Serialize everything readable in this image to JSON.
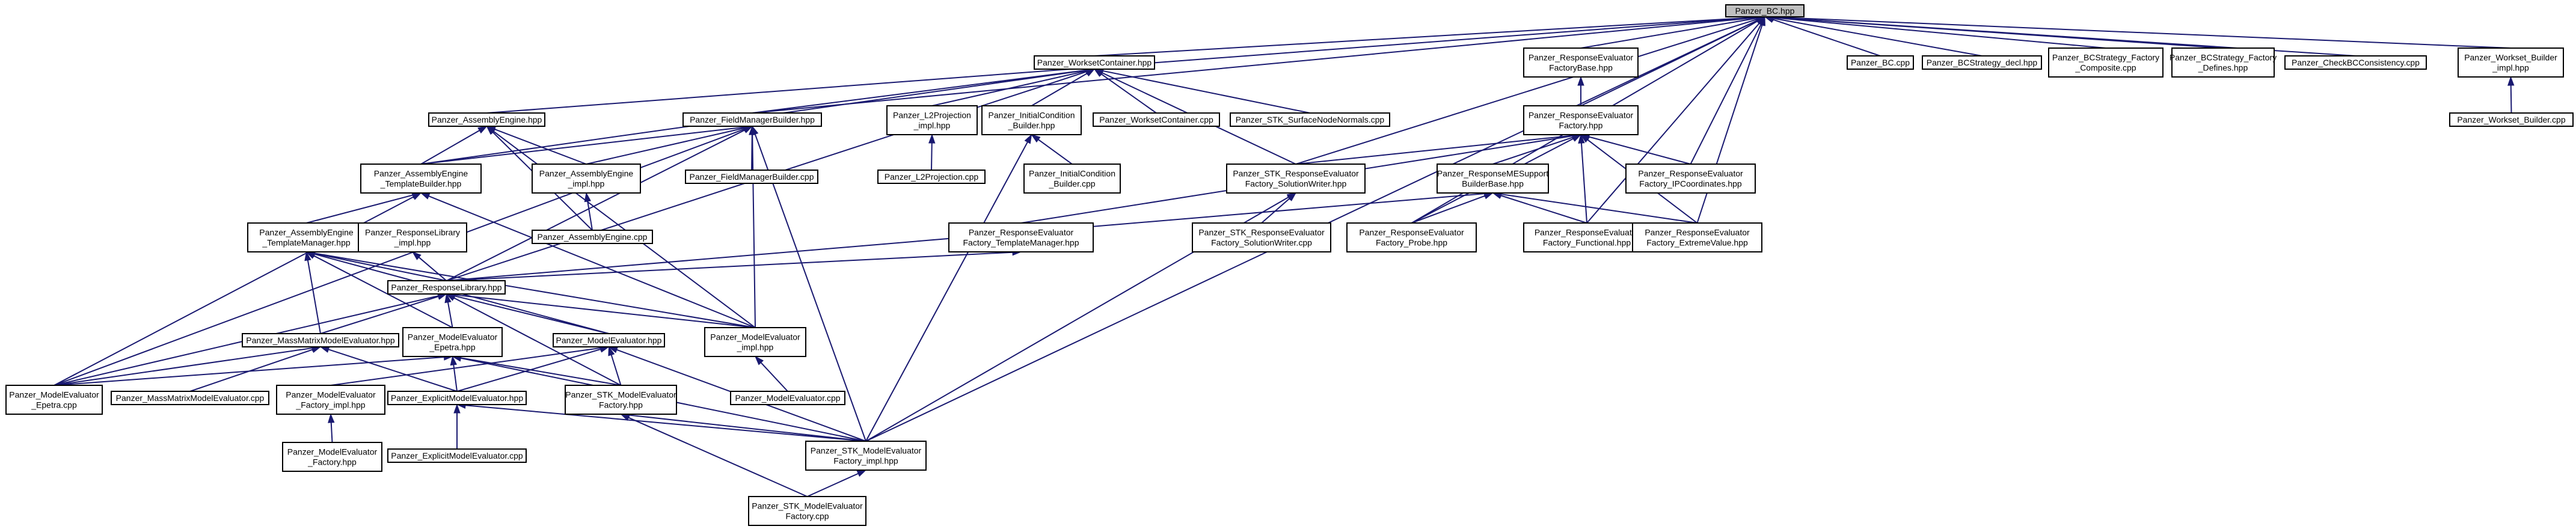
{
  "diagram": {
    "type": "include-dependency-graph",
    "colors": {
      "edge": "#191970",
      "node_border": "#000000",
      "node_fill": "#ffffff",
      "root_fill": "#bfbfbf"
    },
    "nodes": [
      {
        "id": "bc_hpp",
        "label": [
          "Panzer_BC.hpp"
        ],
        "root": true
      },
      {
        "id": "wsc_hpp",
        "label": [
          "Panzer_WorksetContainer.hpp"
        ]
      },
      {
        "id": "refb_hpp",
        "label": [
          "Panzer_ResponseEvaluator",
          "FactoryBase.hpp"
        ]
      },
      {
        "id": "bc_cpp",
        "label": [
          "Panzer_BC.cpp"
        ]
      },
      {
        "id": "bcs_decl",
        "label": [
          "Panzer_BCStrategy_decl.hpp"
        ]
      },
      {
        "id": "bcsf_comp",
        "label": [
          "Panzer_BCStrategy_Factory",
          "_Composite.cpp"
        ]
      },
      {
        "id": "bcsf_def",
        "label": [
          "Panzer_BCStrategy_Factory",
          "_Defines.hpp"
        ]
      },
      {
        "id": "checkbc",
        "label": [
          "Panzer_CheckBCConsistency.cpp"
        ]
      },
      {
        "id": "wsb_impl",
        "label": [
          "Panzer_Workset_Builder",
          "_impl.hpp"
        ]
      },
      {
        "id": "ae_hpp",
        "label": [
          "Panzer_AssemblyEngine.hpp"
        ]
      },
      {
        "id": "fmb_hpp",
        "label": [
          "Panzer_FieldManagerBuilder.hpp"
        ]
      },
      {
        "id": "l2p_impl",
        "label": [
          "Panzer_L2Projection",
          "_impl.hpp"
        ]
      },
      {
        "id": "icb_hpp",
        "label": [
          "Panzer_InitialCondition",
          "_Builder.hpp"
        ]
      },
      {
        "id": "wsc_cpp",
        "label": [
          "Panzer_WorksetContainer.cpp"
        ]
      },
      {
        "id": "stk_snn",
        "label": [
          "Panzer_STK_SurfaceNodeNormals.cpp"
        ]
      },
      {
        "id": "ref_hpp",
        "label": [
          "Panzer_ResponseEvaluator",
          "Factory.hpp"
        ]
      },
      {
        "id": "wsb_cpp",
        "label": [
          "Panzer_Workset_Builder.cpp"
        ]
      },
      {
        "id": "aetb_hpp",
        "label": [
          "Panzer_AssemblyEngine",
          "_TemplateBuilder.hpp"
        ]
      },
      {
        "id": "ae_impl",
        "label": [
          "Panzer_AssemblyEngine",
          "_impl.hpp"
        ]
      },
      {
        "id": "fmb_cpp",
        "label": [
          "Panzer_FieldManagerBuilder.cpp"
        ]
      },
      {
        "id": "l2p_cpp",
        "label": [
          "Panzer_L2Projection.cpp"
        ]
      },
      {
        "id": "icb_cpp",
        "label": [
          "Panzer_InitialCondition",
          "_Builder.cpp"
        ]
      },
      {
        "id": "stk_refsw",
        "label": [
          "Panzer_STK_ResponseEvaluator",
          "Factory_SolutionWriter.hpp"
        ]
      },
      {
        "id": "rmes_hpp",
        "label": [
          "Panzer_ResponseMESupport",
          "BuilderBase.hpp"
        ]
      },
      {
        "id": "ref_ipc",
        "label": [
          "Panzer_ResponseEvaluator",
          "Factory_IPCoordinates.hpp"
        ]
      },
      {
        "id": "aetm_hpp",
        "label": [
          "Panzer_AssemblyEngine",
          "_TemplateManager.hpp"
        ]
      },
      {
        "id": "rl_impl",
        "label": [
          "Panzer_ResponseLibrary",
          "_impl.hpp"
        ]
      },
      {
        "id": "ae_cpp",
        "label": [
          "Panzer_AssemblyEngine.cpp"
        ]
      },
      {
        "id": "reftm_hpp",
        "label": [
          "Panzer_ResponseEvaluator",
          "Factory_TemplateManager.hpp"
        ]
      },
      {
        "id": "stk_refsw_cpp",
        "label": [
          "Panzer_STK_ResponseEvaluator",
          "Factory_SolutionWriter.cpp"
        ]
      },
      {
        "id": "ref_probe",
        "label": [
          "Panzer_ResponseEvaluator",
          "Factory_Probe.hpp"
        ]
      },
      {
        "id": "ref_func",
        "label": [
          "Panzer_ResponseEvaluator",
          "Factory_Functional.hpp"
        ]
      },
      {
        "id": "ref_ev",
        "label": [
          "Panzer_ResponseEvaluator",
          "Factory_ExtremeValue.hpp"
        ]
      },
      {
        "id": "rl_hpp",
        "label": [
          "Panzer_ResponseLibrary.hpp"
        ]
      },
      {
        "id": "mmme_hpp",
        "label": [
          "Panzer_MassMatrixModelEvaluator.hpp"
        ]
      },
      {
        "id": "mee_hpp",
        "label": [
          "Panzer_ModelEvaluator",
          "_Epetra.hpp"
        ]
      },
      {
        "id": "me_hpp",
        "label": [
          "Panzer_ModelEvaluator.hpp"
        ]
      },
      {
        "id": "me_impl",
        "label": [
          "Panzer_ModelEvaluator",
          "_impl.hpp"
        ]
      },
      {
        "id": "mee_cpp",
        "label": [
          "Panzer_ModelEvaluator",
          "_Epetra.cpp"
        ]
      },
      {
        "id": "mmme_cpp",
        "label": [
          "Panzer_MassMatrixModelEvaluator.cpp"
        ]
      },
      {
        "id": "mef_impl",
        "label": [
          "Panzer_ModelEvaluator",
          "_Factory_impl.hpp"
        ]
      },
      {
        "id": "eme_hpp",
        "label": [
          "Panzer_ExplicitModelEvaluator.hpp"
        ]
      },
      {
        "id": "stk_mef_hpp",
        "label": [
          "Panzer_STK_ModelEvaluator",
          "Factory.hpp"
        ]
      },
      {
        "id": "me_cpp",
        "label": [
          "Panzer_ModelEvaluator.cpp"
        ]
      },
      {
        "id": "mef_hpp",
        "label": [
          "Panzer_ModelEvaluator",
          "_Factory.hpp"
        ]
      },
      {
        "id": "eme_cpp",
        "label": [
          "Panzer_ExplicitModelEvaluator.cpp"
        ]
      },
      {
        "id": "stk_mef_impl",
        "label": [
          "Panzer_STK_ModelEvaluator",
          "Factory_impl.hpp"
        ]
      },
      {
        "id": "stk_mef_cpp",
        "label": [
          "Panzer_STK_ModelEvaluator",
          "Factory.cpp"
        ]
      }
    ],
    "edges": [
      [
        "wsc_hpp",
        "bc_hpp"
      ],
      [
        "refb_hpp",
        "bc_hpp"
      ],
      [
        "bc_cpp",
        "bc_hpp"
      ],
      [
        "bcs_decl",
        "bc_hpp"
      ],
      [
        "bcsf_comp",
        "bc_hpp"
      ],
      [
        "bcsf_def",
        "bc_hpp"
      ],
      [
        "checkbc",
        "bc_hpp"
      ],
      [
        "wsb_impl",
        "bc_hpp"
      ],
      [
        "ae_hpp",
        "bc_hpp"
      ],
      [
        "fmb_hpp",
        "bc_hpp"
      ],
      [
        "ref_hpp",
        "bc_hpp"
      ],
      [
        "stk_refsw",
        "bc_hpp"
      ],
      [
        "ref_ipc",
        "bc_hpp"
      ],
      [
        "ref_probe",
        "bc_hpp"
      ],
      [
        "ref_func",
        "bc_hpp"
      ],
      [
        "ref_ev",
        "bc_hpp"
      ],
      [
        "stk_mef_impl",
        "bc_hpp"
      ],
      [
        "fmb_hpp",
        "wsc_hpp"
      ],
      [
        "l2p_impl",
        "wsc_hpp"
      ],
      [
        "icb_hpp",
        "wsc_hpp"
      ],
      [
        "wsc_cpp",
        "wsc_hpp"
      ],
      [
        "stk_snn",
        "wsc_hpp"
      ],
      [
        "stk_refsw",
        "wsc_hpp"
      ],
      [
        "rl_hpp",
        "wsc_hpp"
      ],
      [
        "aetb_hpp",
        "wsc_hpp"
      ],
      [
        "ref_hpp",
        "refb_hpp"
      ],
      [
        "wsb_cpp",
        "wsb_impl"
      ],
      [
        "aetb_hpp",
        "ae_hpp"
      ],
      [
        "ae_impl",
        "ae_hpp"
      ],
      [
        "ae_cpp",
        "ae_hpp"
      ],
      [
        "me_impl",
        "ae_hpp"
      ],
      [
        "aetb_hpp",
        "fmb_hpp"
      ],
      [
        "ae_impl",
        "fmb_hpp"
      ],
      [
        "fmb_cpp",
        "fmb_hpp"
      ],
      [
        "rl_hpp",
        "fmb_hpp"
      ],
      [
        "me_impl",
        "fmb_hpp"
      ],
      [
        "stk_mef_impl",
        "fmb_hpp"
      ],
      [
        "mee_cpp",
        "fmb_hpp"
      ],
      [
        "l2p_cpp",
        "l2p_impl"
      ],
      [
        "icb_cpp",
        "icb_hpp"
      ],
      [
        "stk_mef_impl",
        "icb_hpp"
      ],
      [
        "stk_refsw",
        "ref_hpp"
      ],
      [
        "rmes_hpp",
        "ref_hpp"
      ],
      [
        "ref_ipc",
        "ref_hpp"
      ],
      [
        "reftm_hpp",
        "ref_hpp"
      ],
      [
        "ref_probe",
        "ref_hpp"
      ],
      [
        "ref_func",
        "ref_hpp"
      ],
      [
        "ref_ev",
        "ref_hpp"
      ],
      [
        "aetm_hpp",
        "aetb_hpp"
      ],
      [
        "mee_cpp",
        "aetb_hpp"
      ],
      [
        "me_impl",
        "aetb_hpp"
      ],
      [
        "ae_cpp",
        "ae_impl"
      ],
      [
        "stk_refsw_cpp",
        "stk_refsw"
      ],
      [
        "stk_mef_impl",
        "stk_refsw"
      ],
      [
        "ref_probe",
        "rmes_hpp"
      ],
      [
        "ref_func",
        "rmes_hpp"
      ],
      [
        "ref_ev",
        "rmes_hpp"
      ],
      [
        "rl_hpp",
        "rmes_hpp"
      ],
      [
        "rl_hpp",
        "aetm_hpp"
      ],
      [
        "mmme_hpp",
        "aetm_hpp"
      ],
      [
        "mee_hpp",
        "aetm_hpp"
      ],
      [
        "me_hpp",
        "aetm_hpp"
      ],
      [
        "me_impl",
        "aetm_hpp"
      ],
      [
        "rl_hpp",
        "rl_impl"
      ],
      [
        "rl_hpp",
        "reftm_hpp"
      ],
      [
        "mmme_hpp",
        "rl_hpp"
      ],
      [
        "mee_hpp",
        "rl_hpp"
      ],
      [
        "me_hpp",
        "rl_hpp"
      ],
      [
        "me_impl",
        "rl_hpp"
      ],
      [
        "stk_mef_hpp",
        "rl_hpp"
      ],
      [
        "mee_cpp",
        "rl_hpp"
      ],
      [
        "mee_cpp",
        "mmme_hpp"
      ],
      [
        "mmme_cpp",
        "mmme_hpp"
      ],
      [
        "eme_hpp",
        "mmme_hpp"
      ],
      [
        "mee_cpp",
        "mee_hpp"
      ],
      [
        "eme_hpp",
        "mee_hpp"
      ],
      [
        "stk_mef_hpp",
        "mee_hpp"
      ],
      [
        "stk_mef_impl",
        "mee_hpp"
      ],
      [
        "me_cpp",
        "me_impl"
      ],
      [
        "mef_impl",
        "me_hpp"
      ],
      [
        "eme_hpp",
        "me_hpp"
      ],
      [
        "stk_mef_hpp",
        "me_hpp"
      ],
      [
        "stk_mef_impl",
        "me_hpp"
      ],
      [
        "mef_hpp",
        "mef_impl"
      ],
      [
        "eme_cpp",
        "eme_hpp"
      ],
      [
        "stk_mef_impl",
        "eme_hpp"
      ],
      [
        "stk_mef_impl",
        "stk_mef_hpp"
      ],
      [
        "stk_mef_cpp",
        "stk_mef_hpp"
      ],
      [
        "stk_mef_cpp",
        "stk_mef_impl"
      ]
    ]
  }
}
